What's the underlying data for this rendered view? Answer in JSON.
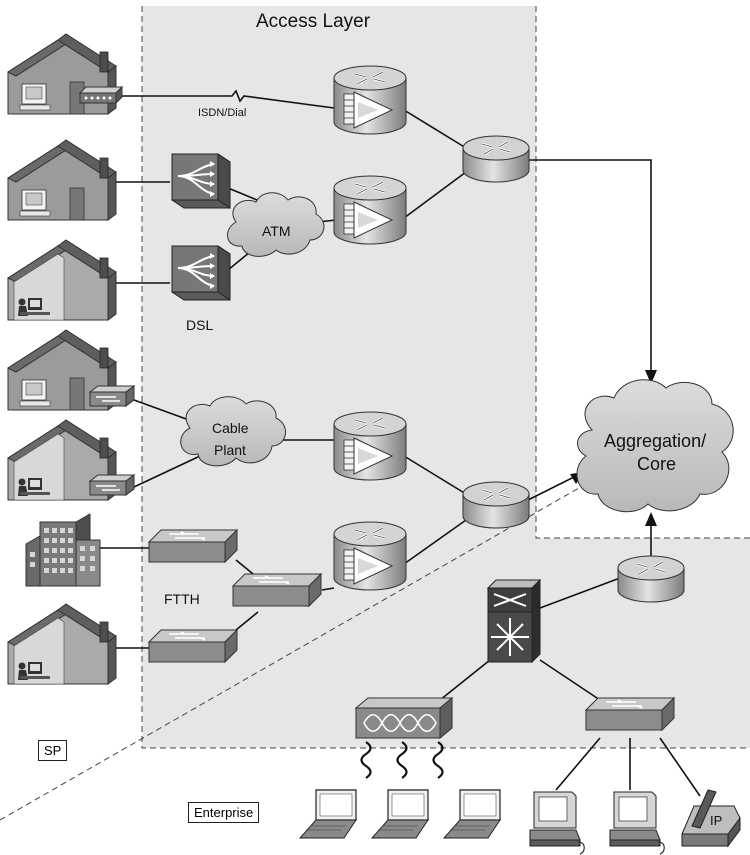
{
  "labels": {
    "access_layer": "Access Layer",
    "isdn_dial": "ISDN/Dial",
    "atm": "ATM",
    "dsl": "DSL",
    "cable_plant_line1": "Cable",
    "cable_plant_line2": "Plant",
    "ftth": "FTTH",
    "aggregation_line1": "Aggregation/",
    "aggregation_line2": "Core",
    "sp": "SP",
    "enterprise": "Enterprise",
    "ip_phone": "IP"
  },
  "colors": {
    "panel": "#e6e6e6",
    "cloud": "#c9c9c9",
    "device_dark": "#6e6e6e",
    "device_light": "#bcbcbc"
  }
}
